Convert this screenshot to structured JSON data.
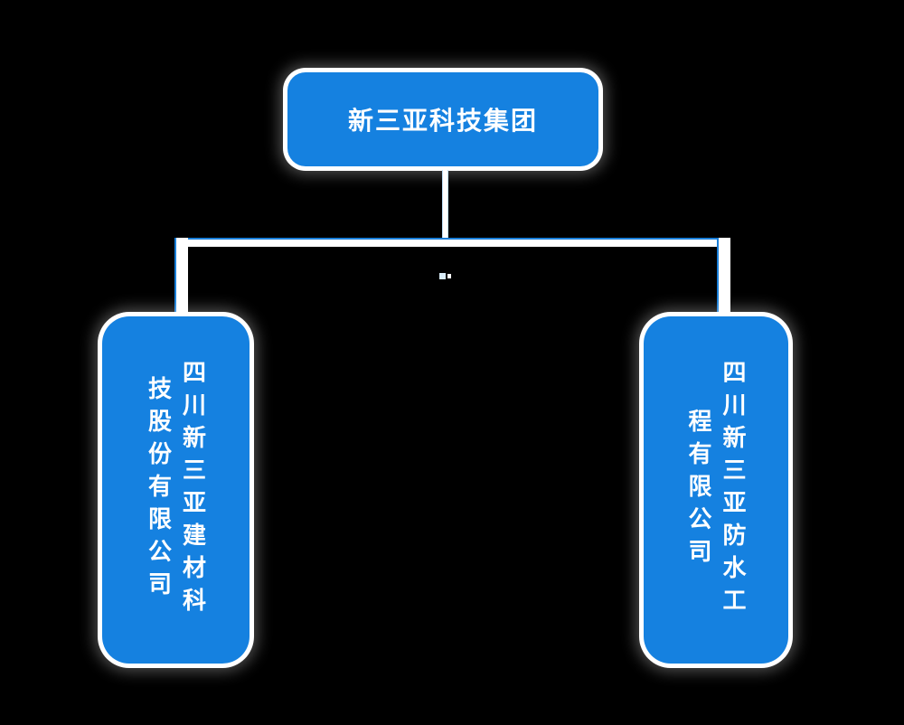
{
  "diagram": {
    "type": "org-chart",
    "background_color": "#000000",
    "node_fill_color": "#1581e0",
    "node_text_color": "#ffffff",
    "node_glow_color": "#ffffff",
    "connector_color": "#ffffff",
    "connector_accent_color": "#1a7fd9",
    "root": {
      "label": "新三亚科技集团"
    },
    "children": [
      {
        "label": "四川新三亚建材科技股份有限公司"
      },
      {
        "label": "四川新三亚防水工程有限公司"
      }
    ]
  }
}
